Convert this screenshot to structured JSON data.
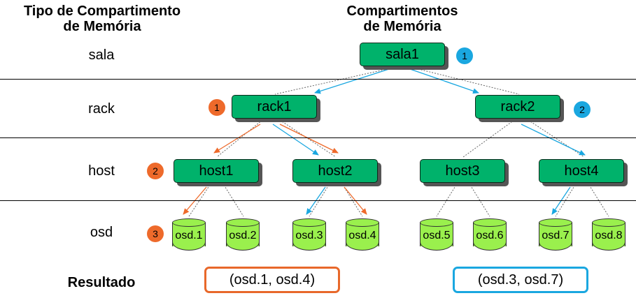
{
  "headers": {
    "left": "Tipo de Compartimento\nde Memória",
    "right": "Compartimentos\nde Memória"
  },
  "row_labels": {
    "sala": "sala",
    "rack": "rack",
    "host": "host",
    "osd": "osd",
    "result": "Resultado"
  },
  "nodes": {
    "sala1": "sala1",
    "rack1": "rack1",
    "rack2": "rack2",
    "host1": "host1",
    "host2": "host2",
    "host3": "host3",
    "host4": "host4"
  },
  "osds": {
    "osd1": "osd.1",
    "osd2": "osd.2",
    "osd3": "osd.3",
    "osd4": "osd.4",
    "osd5": "osd.5",
    "osd6": "osd.6",
    "osd7": "osd.7",
    "osd8": "osd.8"
  },
  "badges": {
    "blue1": "1",
    "blue2": "2",
    "orange1": "1",
    "orange2": "2",
    "orange3": "3"
  },
  "results": {
    "orange": "(osd.1, osd.4)",
    "blue": "(osd.3, osd.7)"
  },
  "colors": {
    "node_fill": "#00b26b",
    "osd_fill": "#9af04d",
    "blue_path": "#1aa7e0",
    "orange_path": "#ee6a2b"
  }
}
